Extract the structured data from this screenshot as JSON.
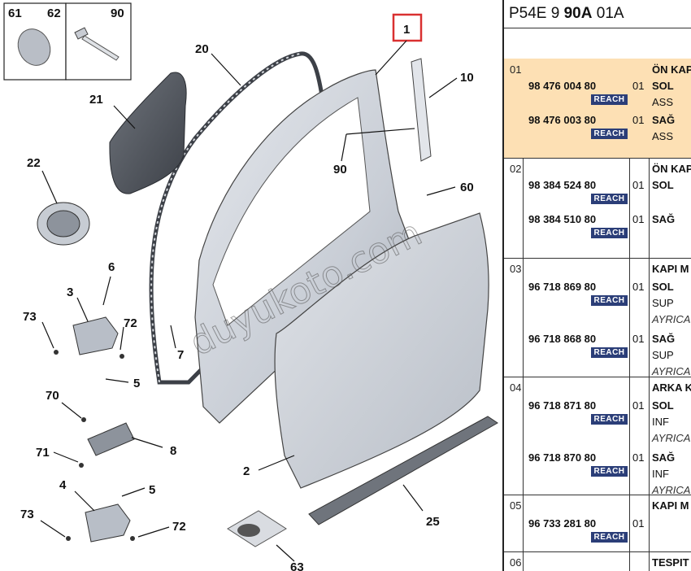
{
  "diagram": {
    "callouts": [
      "61",
      "62",
      "90",
      "1",
      "10",
      "20",
      "21",
      "22",
      "60",
      "90",
      "6",
      "3",
      "73",
      "72",
      "7",
      "5",
      "70",
      "8",
      "71",
      "2",
      "4",
      "5",
      "73",
      "72",
      "25",
      "63"
    ],
    "watermark": "duyukoto.com"
  },
  "panel": {
    "code_a": "P54E 9 ",
    "code_b": "90A",
    "code_c": " 01A",
    "groups": [
      {
        "idx": "01",
        "title": "ÖN KAP",
        "highlight": true,
        "parts": [
          {
            "pn": "98 476 004 80",
            "badge": "REACH",
            "qty": "01",
            "side": "SOL",
            "extra": "ASS",
            "note": ""
          },
          {
            "pn": "98 476 003 80",
            "badge": "REACH",
            "qty": "01",
            "side": "SAĞ",
            "extra": "ASS",
            "note": ""
          }
        ]
      },
      {
        "idx": "02",
        "title": "ÖN KAP",
        "highlight": false,
        "parts": [
          {
            "pn": "98 384 524 80",
            "badge": "REACH",
            "qty": "01",
            "side": "SOL",
            "extra": "",
            "note": ""
          },
          {
            "pn": "98 384 510 80",
            "badge": "REACH",
            "qty": "01",
            "side": "SAĞ",
            "extra": "",
            "note": ""
          }
        ]
      },
      {
        "idx": "03",
        "title": "KAPI M",
        "highlight": false,
        "parts": [
          {
            "pn": "96 718 869 80",
            "badge": "REACH",
            "qty": "01",
            "side": "SOL",
            "extra": "SUP",
            "note": "AYRICA"
          },
          {
            "pn": "96 718 868 80",
            "badge": "REACH",
            "qty": "01",
            "side": "SAĞ",
            "extra": "SUP",
            "note": "AYRICA"
          }
        ]
      },
      {
        "idx": "04",
        "title": "ARKA K",
        "highlight": false,
        "parts": [
          {
            "pn": "96 718 871 80",
            "badge": "REACH",
            "qty": "01",
            "side": "SOL",
            "extra": "INF",
            "note": "AYRICA"
          },
          {
            "pn": "96 718 870 80",
            "badge": "REACH",
            "qty": "01",
            "side": "SAĞ",
            "extra": "INF",
            "note": "AYRICA"
          }
        ]
      },
      {
        "idx": "05",
        "title": "KAPI M",
        "highlight": false,
        "parts": [
          {
            "pn": "96 733 281 80",
            "badge": "REACH",
            "qty": "01",
            "side": "",
            "extra": "",
            "note": ""
          }
        ]
      },
      {
        "idx": "06",
        "title": "TESPIT",
        "highlight": false,
        "parts": []
      }
    ]
  },
  "colors": {
    "highlight": "#fde0b4",
    "badge": "#2b3e78",
    "callout_box": "#d93030",
    "panel_fill": "#cfd4dc"
  }
}
